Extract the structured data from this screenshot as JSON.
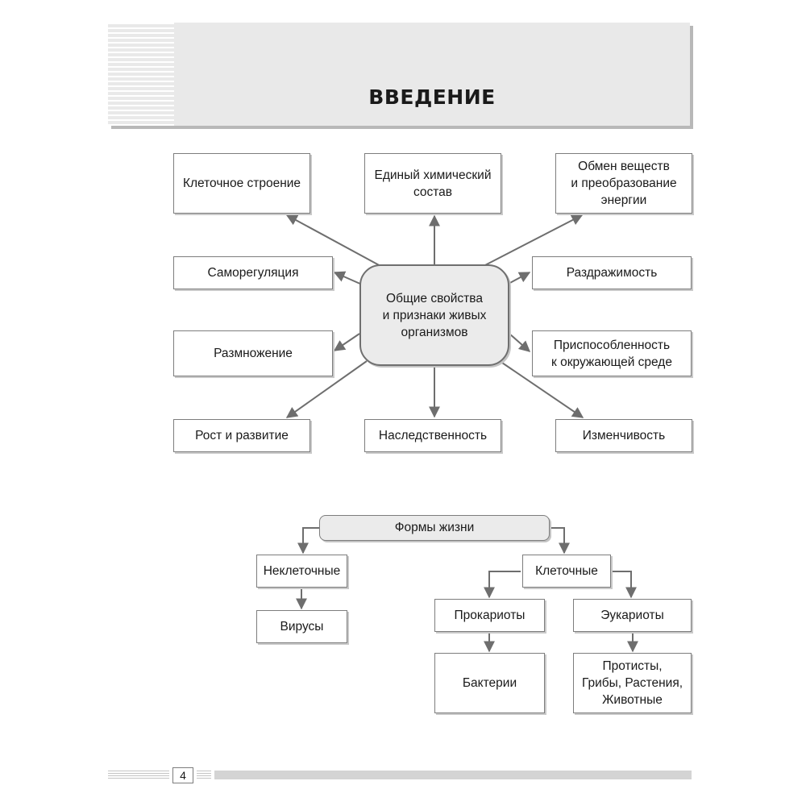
{
  "header": {
    "title": "ВВЕДЕНИЕ"
  },
  "properties_diagram": {
    "center": "Общие свойства\nи признаки живых\nорганизмов",
    "nodes": [
      {
        "id": "cell-structure",
        "label": "Клеточное строение"
      },
      {
        "id": "chemical-composition",
        "label": "Единый химический\nсостав"
      },
      {
        "id": "metabolism",
        "label": "Обмен веществ\nи преобразование\nэнергии"
      },
      {
        "id": "self-regulation",
        "label": "Саморегуляция"
      },
      {
        "id": "irritability",
        "label": "Раздражимость"
      },
      {
        "id": "reproduction",
        "label": "Размножение"
      },
      {
        "id": "adaptation",
        "label": "Приспособленность\nк окружающей среде"
      },
      {
        "id": "growth",
        "label": "Рост и развитие"
      },
      {
        "id": "heredity",
        "label": "Наследственность"
      },
      {
        "id": "variability",
        "label": "Изменчивость"
      }
    ]
  },
  "life_forms": {
    "root": "Формы жизни",
    "noncellular": "Неклеточные",
    "viruses": "Вирусы",
    "cellular": "Клеточные",
    "prokaryotes": "Прокариоты",
    "eukaryotes": "Эукариоты",
    "bacteria": "Бактерии",
    "eukaryote_groups": "Протисты,\nГрибы, Растения,\nЖивотные"
  },
  "footer": {
    "page_number": "4"
  },
  "colors": {
    "line": "#6e6e6e",
    "box_border": "#7d7d7d",
    "header_bg": "#e9e9e9",
    "center_bg": "#ebebeb"
  }
}
